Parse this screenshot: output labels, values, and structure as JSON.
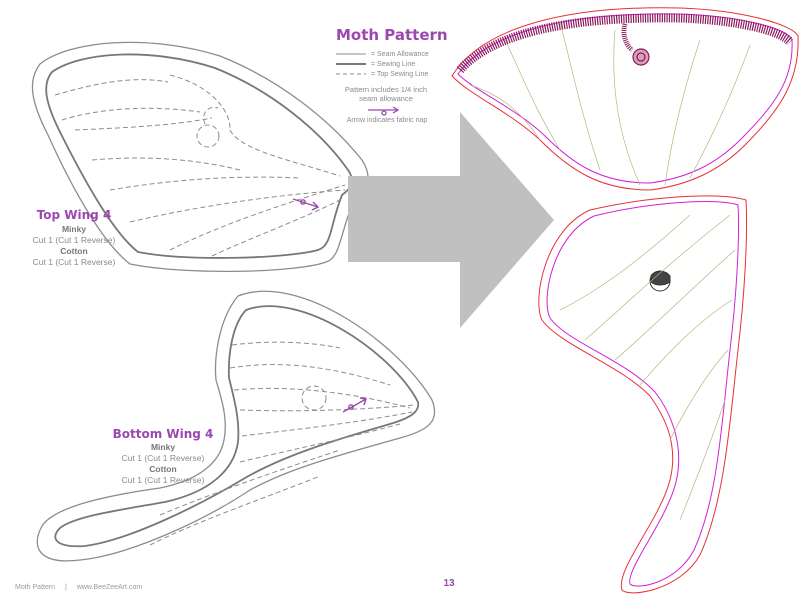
{
  "header": {
    "title": "Moth Pattern"
  },
  "legend": {
    "seam_allowance": "= Seam Allowance",
    "sewing_line": "= Sewing Line",
    "top_sewing_line": "= Top Sewing Line",
    "note_line1": "Pattern includes 1/4 inch",
    "note_line2": "seam allowance",
    "arrow_note": "Arrow indicates fabric nap"
  },
  "top_wing": {
    "title": "Top Wing 4",
    "fabric1": "Minky",
    "cut1": "Cut 1 (Cut 1 Reverse)",
    "fabric2": "Cotton",
    "cut2": "Cut 1 (Cut 1 Reverse)"
  },
  "bottom_wing": {
    "title": "Bottom Wing 4",
    "fabric1": "Minky",
    "cut1": "Cut 1 (Cut 1 Reverse)",
    "fabric2": "Cotton",
    "cut2": "Cut 1 (Cut 1 Reverse)"
  },
  "footer": {
    "left": "Moth Pattern",
    "separator": "|",
    "site": "www.BeeZeeArt.com",
    "page_number": "13"
  },
  "colors": {
    "accent": "#9b47b0",
    "outline": "#8c8c8c",
    "arrow_gray": "#c0c0c0",
    "embroidery_red": "#e8303a",
    "embroidery_magenta": "#d020d8",
    "satin_stitch": "#8a1a5c"
  }
}
